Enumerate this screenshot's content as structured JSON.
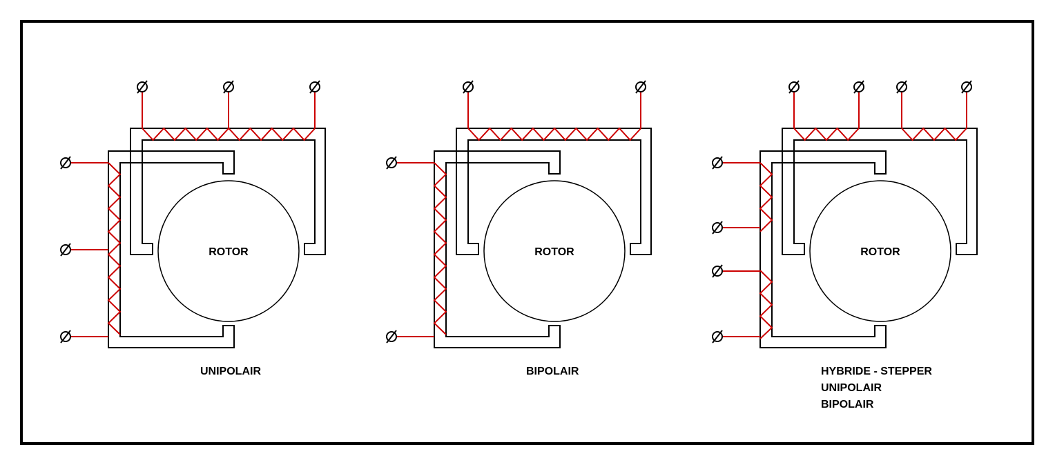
{
  "diagrams": [
    {
      "rotor_label": "ROTOR",
      "caption": [
        "UNIPOLAIR"
      ]
    },
    {
      "rotor_label": "ROTOR",
      "caption": [
        "BIPOLAIR"
      ]
    },
    {
      "rotor_label": "ROTOR",
      "caption": [
        "HYBRIDE - STEPPER",
        "UNIPOLAIR",
        "BIPOLAIR"
      ]
    }
  ],
  "colors": {
    "coil": "#cc0000",
    "line": "#000000"
  }
}
